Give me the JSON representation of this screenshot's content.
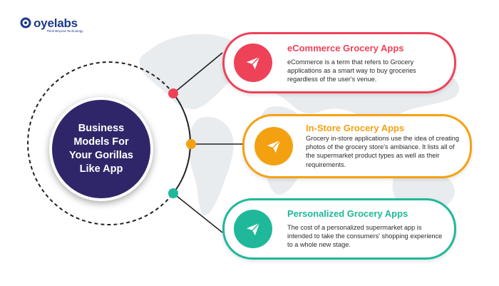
{
  "brand": {
    "name": "oyelabs",
    "tagline": "Think Beyond Technology",
    "color": "#1d3a8a"
  },
  "hub": {
    "title": "Business Models For Your Gorillas Like App",
    "color": "#2f2669"
  },
  "cards": [
    {
      "title": "eCommerce Grocery Apps",
      "description": "eCommerce is a term that refers to Grocery applications as a smart way to buy groceries regardless of the user's venue.",
      "color": "#ee4258",
      "icon": "paper-plane-icon"
    },
    {
      "title": "In-Store Grocery Apps",
      "description": "Grocery in-store applications use the idea of creating photos of the grocery store's ambiance. It lists all of the supermarket product types as well as their requirements.",
      "color": "#f4a111",
      "icon": "paper-plane-icon"
    },
    {
      "title": "Personalized Grocery Apps",
      "description": "The cost of a personalized supermarket app is intended to take the consumers' shopping experience to a whole new stage.",
      "color": "#1fb89a",
      "icon": "paper-plane-icon"
    }
  ]
}
